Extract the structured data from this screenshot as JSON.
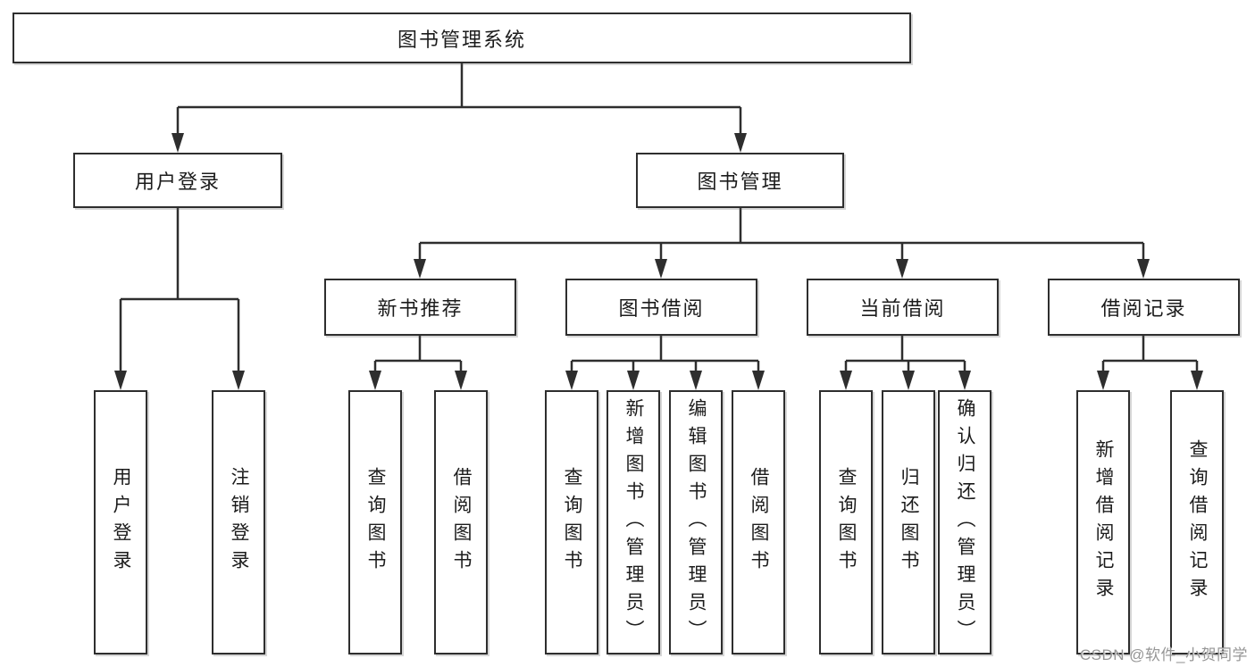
{
  "diagram": {
    "type": "hierarchy-tree",
    "colors": {
      "line": "#2e2e2e",
      "box_border": "#2e2e2e",
      "box_background": "#ffffff",
      "text": "#1c1c1c",
      "watermark": "#969696"
    },
    "watermark": "CSDN @软件_小贺同学",
    "tree": {
      "label": "图书管理系统",
      "children": [
        {
          "label": "用户登录",
          "children": [
            {
              "label": "用户登录"
            },
            {
              "label": "注销登录"
            }
          ]
        },
        {
          "label": "图书管理",
          "children": [
            {
              "label": "新书推荐",
              "children": [
                {
                  "label": "查询图书"
                },
                {
                  "label": "借阅图书"
                }
              ]
            },
            {
              "label": "图书借阅",
              "children": [
                {
                  "label": "查询图书"
                },
                {
                  "label": "新增图书（管理员）"
                },
                {
                  "label": "编辑图书（管理员）"
                },
                {
                  "label": "借阅图书"
                }
              ]
            },
            {
              "label": "当前借阅",
              "children": [
                {
                  "label": "查询图书"
                },
                {
                  "label": "归还图书"
                },
                {
                  "label": "确认归还（管理员）"
                }
              ]
            },
            {
              "label": "借阅记录",
              "children": [
                {
                  "label": "新增借阅记录"
                },
                {
                  "label": "查询借阅记录"
                }
              ]
            }
          ]
        }
      ]
    }
  }
}
